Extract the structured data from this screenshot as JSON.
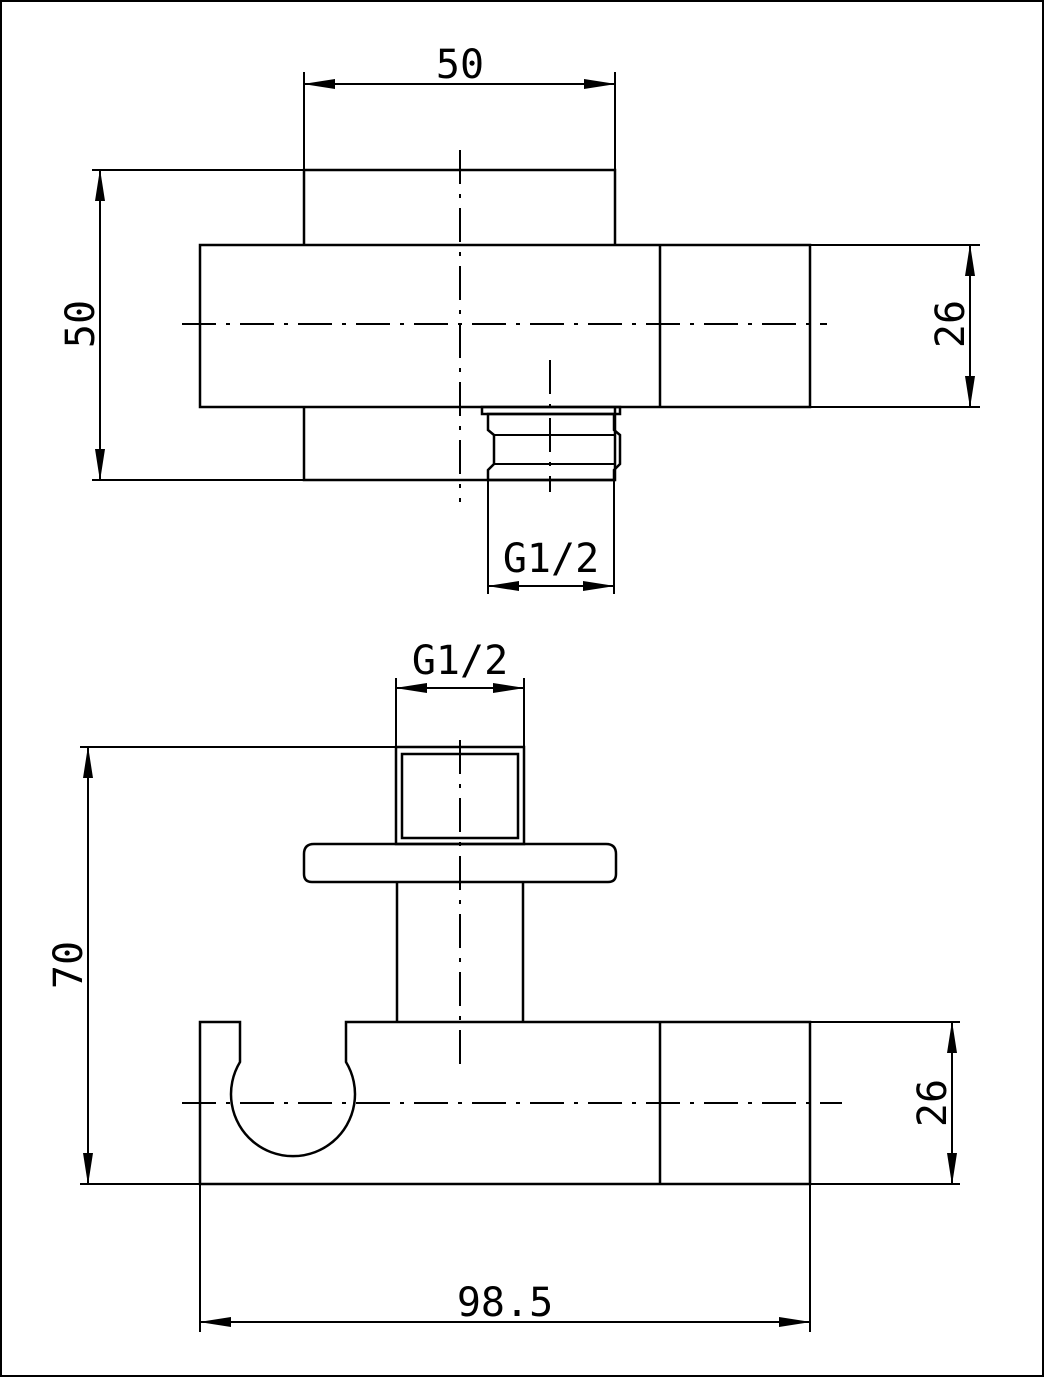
{
  "top_view": {
    "width_dim": "50",
    "height_dim": "50",
    "body_dim": "26",
    "thread_dim": "G1/2"
  },
  "front_view": {
    "thread_dim": "G1/2",
    "height_dim": "70",
    "body_dim": "26",
    "length_dim": "98.5"
  }
}
